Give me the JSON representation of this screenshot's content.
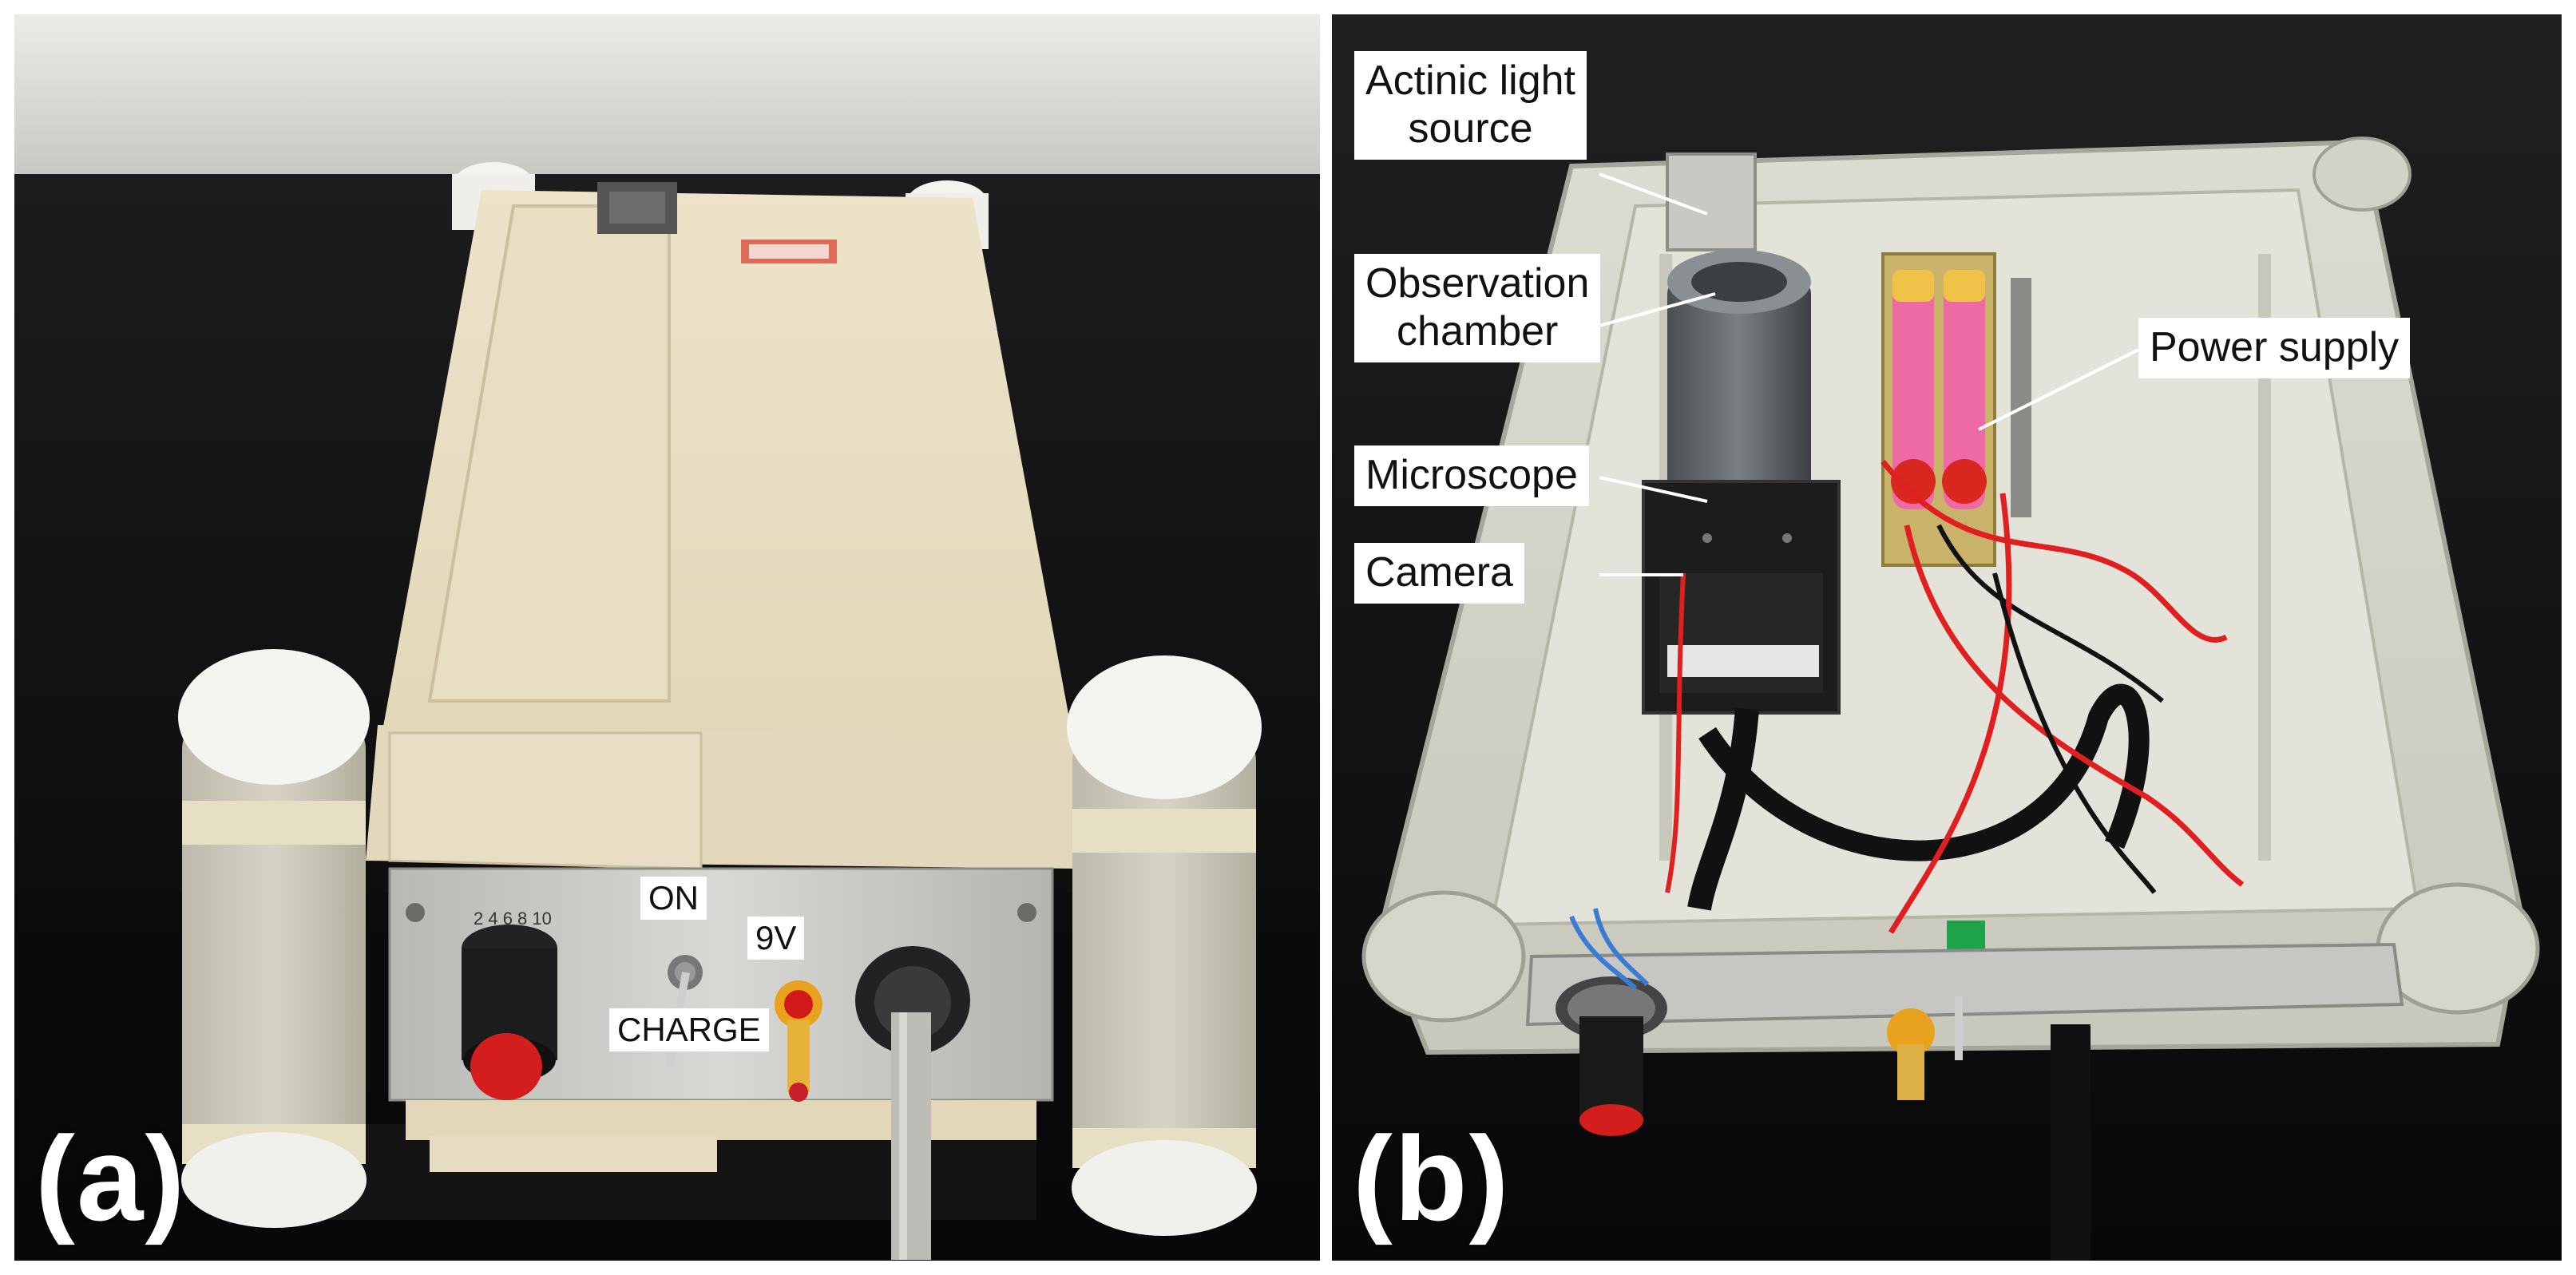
{
  "panels": {
    "a": {
      "letter": "(a)",
      "device_labels": {
        "on": "ON",
        "charge": "CHARGE",
        "voltage": "9V"
      }
    },
    "b": {
      "letter": "(b)",
      "callouts": {
        "actinic_light": "Actinic light\nsource",
        "observation_chamber": "Observation\nchamber",
        "microscope": "Microscope",
        "camera": "Camera",
        "power_supply": "Power supply"
      }
    }
  },
  "colors": {
    "device_body": "#e6dcc2",
    "device_shadow": "#cfc3a4",
    "metal_plate": "#c9c9c6",
    "knob_red": "#d41e1e",
    "background_dark": "#0f0f10",
    "wire_red": "#e02020"
  }
}
